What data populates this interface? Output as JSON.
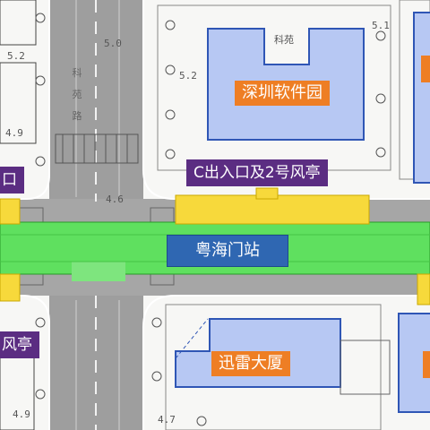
{
  "labels": {
    "software_park": "深圳软件园",
    "entrance_c": "C出入口及2号风亭",
    "station": "粤海门站",
    "xunlei": "迅雷大厦",
    "left_top": "口",
    "left_bottom": "风亭"
  },
  "road_name_chars": [
    "科",
    "苑",
    "路"
  ],
  "annotations": {
    "a52": "5.2",
    "a50": "5.0",
    "a49a": "4.9",
    "a49b": "4.9",
    "a47": "4.7",
    "a46": "4.6",
    "a51": "5.1",
    "bldg": "科苑"
  },
  "colors": {
    "station_box": "#5fe05f",
    "entrance": "#f7d93b",
    "building_fill": "#b7c8f3",
    "label_orange": "#ee7e24",
    "label_purple": "#5b2d82",
    "label_blue": "#2f67b2"
  }
}
